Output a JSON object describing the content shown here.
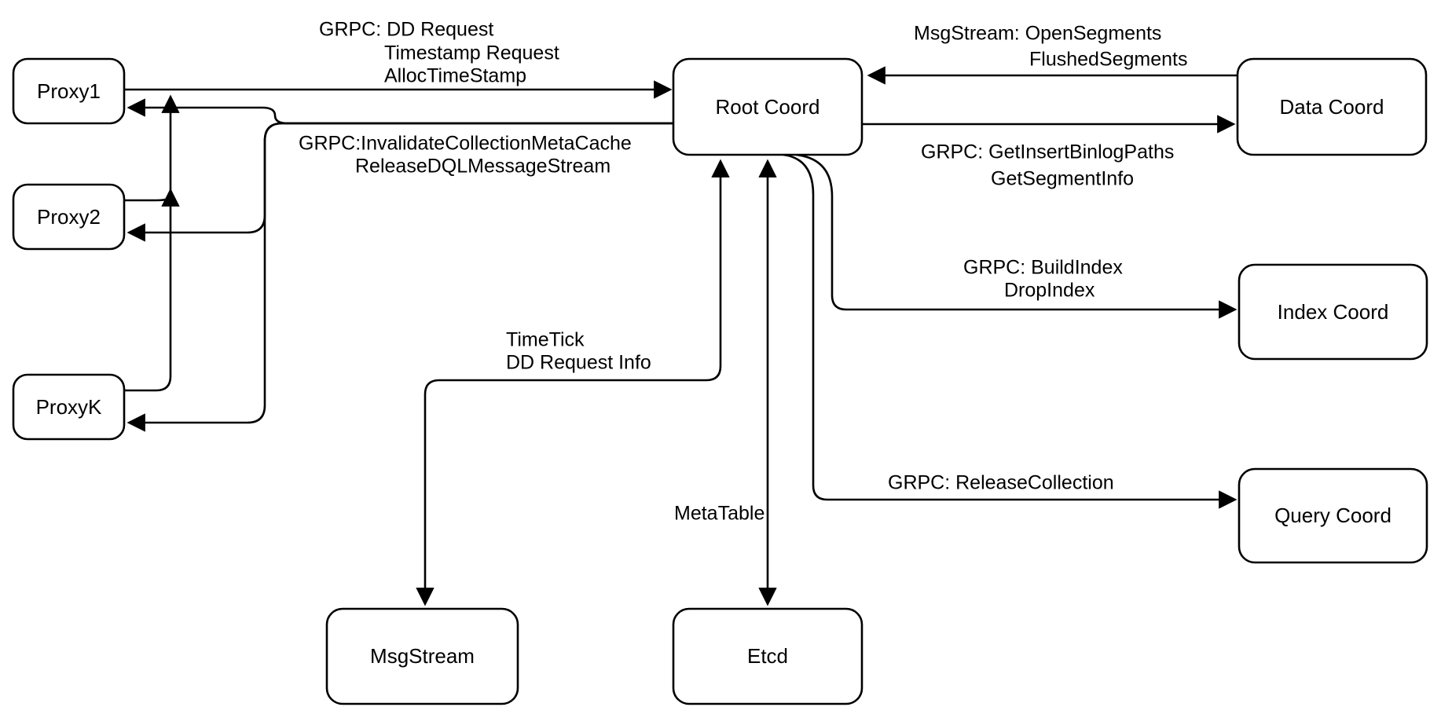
{
  "diagram": {
    "background": "#ffffff",
    "stroke_color": "#000000",
    "text_color": "#000000"
  },
  "nodes": {
    "proxy1": {
      "label": "Proxy1"
    },
    "proxy2": {
      "label": "Proxy2"
    },
    "proxyk": {
      "label": "ProxyK"
    },
    "rootcoord": {
      "label": "Root Coord"
    },
    "datacoord": {
      "label": "Data Coord"
    },
    "indexcoord": {
      "label": "Index Coord"
    },
    "querycoord": {
      "label": "Query Coord"
    },
    "msgstream": {
      "label": "MsgStream"
    },
    "etcd": {
      "label": "Etcd"
    }
  },
  "labels": {
    "dd_request": {
      "line1": "GRPC: DD Request",
      "line2": "Timestamp Request",
      "line3": "AllocTimeStamp"
    },
    "invalidate": {
      "line1": "GRPC:InvalidateCollectionMetaCache",
      "line2": "ReleaseDQLMessageStream"
    },
    "open_segments": {
      "line1": "MsgStream: OpenSegments",
      "line2": "FlushedSegments"
    },
    "binlog_paths": {
      "line1": "GRPC: GetInsertBinlogPaths",
      "line2": "GetSegmentInfo"
    },
    "build_index": {
      "line1": "GRPC: BuildIndex",
      "line2": "DropIndex"
    },
    "release_collection": {
      "line1": "GRPC: ReleaseCollection"
    },
    "timetick": {
      "line1": "TimeTick",
      "line2": "DD Request Info"
    },
    "metatable": {
      "line1": "MetaTable"
    }
  },
  "edges": [
    {
      "from": "Proxy1 (and Proxy2/ProxyK via merge line)",
      "to": "Root Coord",
      "label": "GRPC: DD Request / Timestamp Request / AllocTimeStamp",
      "direction": "right"
    },
    {
      "from": "Root Coord",
      "to": "Proxy1, Proxy2, ProxyK",
      "label": "GRPC:InvalidateCollectionMetaCache / ReleaseDQLMessageStream",
      "direction": "left"
    },
    {
      "from": "Data Coord",
      "to": "Root Coord",
      "label": "MsgStream: OpenSegments / FlushedSegments",
      "direction": "left"
    },
    {
      "from": "Root Coord",
      "to": "Data Coord",
      "label": "GRPC: GetInsertBinlogPaths / GetSegmentInfo",
      "direction": "right"
    },
    {
      "from": "Root Coord",
      "to": "Index Coord",
      "label": "GRPC: BuildIndex / DropIndex",
      "direction": "right"
    },
    {
      "from": "Root Coord",
      "to": "Query Coord",
      "label": "GRPC: ReleaseCollection",
      "direction": "right"
    },
    {
      "from": "Root Coord",
      "to": "MsgStream",
      "label": "TimeTick / DD Request Info",
      "direction": "both"
    },
    {
      "from": "Root Coord",
      "to": "Etcd",
      "label": "MetaTable",
      "direction": "both"
    }
  ]
}
